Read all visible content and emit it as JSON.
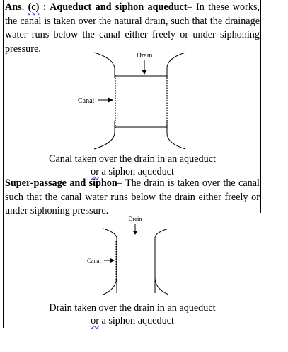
{
  "ans": {
    "prefix": "Ans. ",
    "option": "(c)",
    "colon": " : ",
    "heading": "Aqueduct and siphon aqueduct",
    "dash": "– ",
    "body": "In these works, the canal is taken over the natural drain, such that the drainage water runs below the canal either freely or under siphoning pressure."
  },
  "figure1": {
    "drain_label": "Drain",
    "canal_label": "Canal",
    "caption_line1": "Canal taken over the drain in an aqueduct",
    "caption_or": "or",
    "caption_line2_rest": " a siphon aqueduct"
  },
  "superpassage": {
    "heading": "Super-passage and siphon",
    "dash": "– ",
    "body": "The drain is taken over the canal such that the canal water runs below the drain either freely or under siphoning pressure."
  },
  "figure2": {
    "drain_label": "Drain",
    "canal_label": "Canal",
    "caption_line1": "Drain taken over the drain in an aqueduct",
    "caption_or": "or",
    "caption_line2_rest": " a siphon aqueduct"
  }
}
